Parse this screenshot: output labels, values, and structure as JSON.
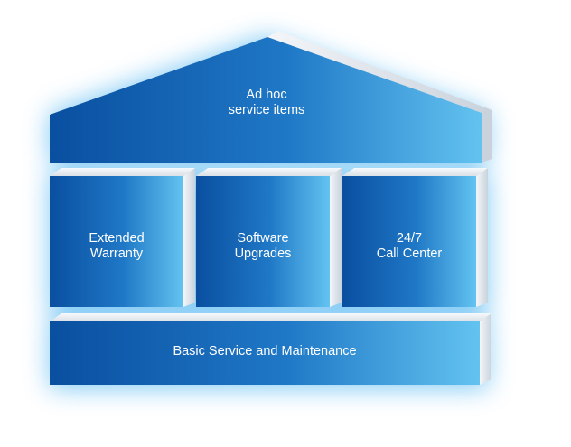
{
  "diagram": {
    "roof": {
      "label": "Ad hoc\nservice items"
    },
    "pillars": [
      {
        "label": "Extended\nWarranty"
      },
      {
        "label": "Software\nUpgrades"
      },
      {
        "label": "24/7\nCall Center"
      }
    ],
    "foundation": {
      "label": "Basic Service and Maintenance"
    }
  },
  "colors": {
    "face_dark": "#0a4fa0",
    "face_mid": "#1f78c6",
    "face_light": "#63c3f0",
    "side_light": "#e9edf2",
    "side_shadow": "#b9c3cf",
    "glow": "#54b8f2"
  }
}
